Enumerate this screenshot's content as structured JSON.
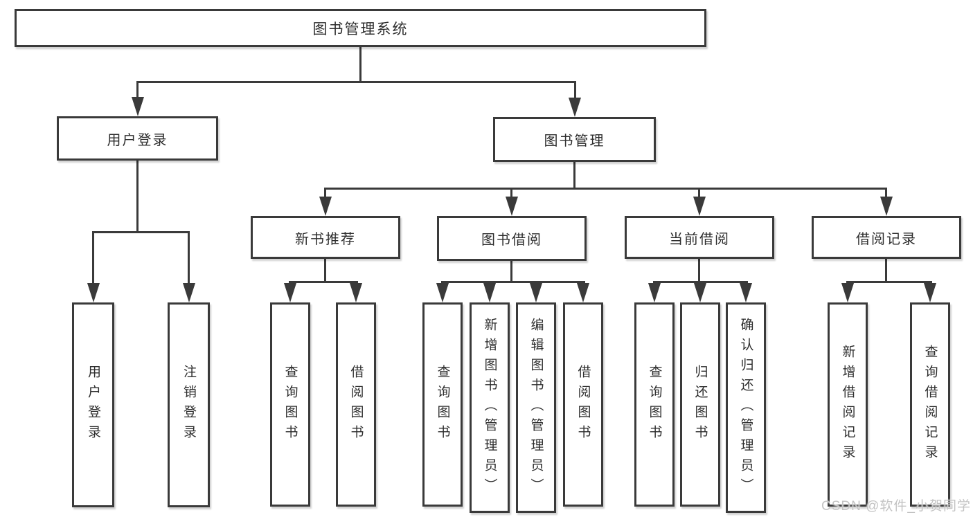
{
  "diagram": {
    "root": {
      "label": "图书管理系统"
    },
    "branches": [
      {
        "label": "用户登录",
        "children": [
          {
            "label": "用户登录"
          },
          {
            "label": "注销登录"
          }
        ]
      },
      {
        "label": "图书管理",
        "modules": [
          {
            "label": "新书推荐",
            "children": [
              {
                "label": "查询图书"
              },
              {
                "label": "借阅图书"
              }
            ]
          },
          {
            "label": "图书借阅",
            "children": [
              {
                "label": "查询图书"
              },
              {
                "label": "新增图书（管理员）"
              },
              {
                "label": "编辑图书（管理员）"
              },
              {
                "label": "借阅图书"
              }
            ]
          },
          {
            "label": "当前借阅",
            "children": [
              {
                "label": "查询图书"
              },
              {
                "label": "归还图书"
              },
              {
                "label": "确认归还（管理员）"
              }
            ]
          },
          {
            "label": "借阅记录",
            "children": [
              {
                "label": "新增借阅记录"
              },
              {
                "label": "查询借阅记录"
              }
            ]
          }
        ]
      }
    ]
  },
  "colors": {
    "line": "#3a3a3a",
    "text": "#2d2d2d",
    "watermark": "#c3c3c3"
  },
  "watermark": {
    "text": "CSDN @软件_小贺同学"
  }
}
